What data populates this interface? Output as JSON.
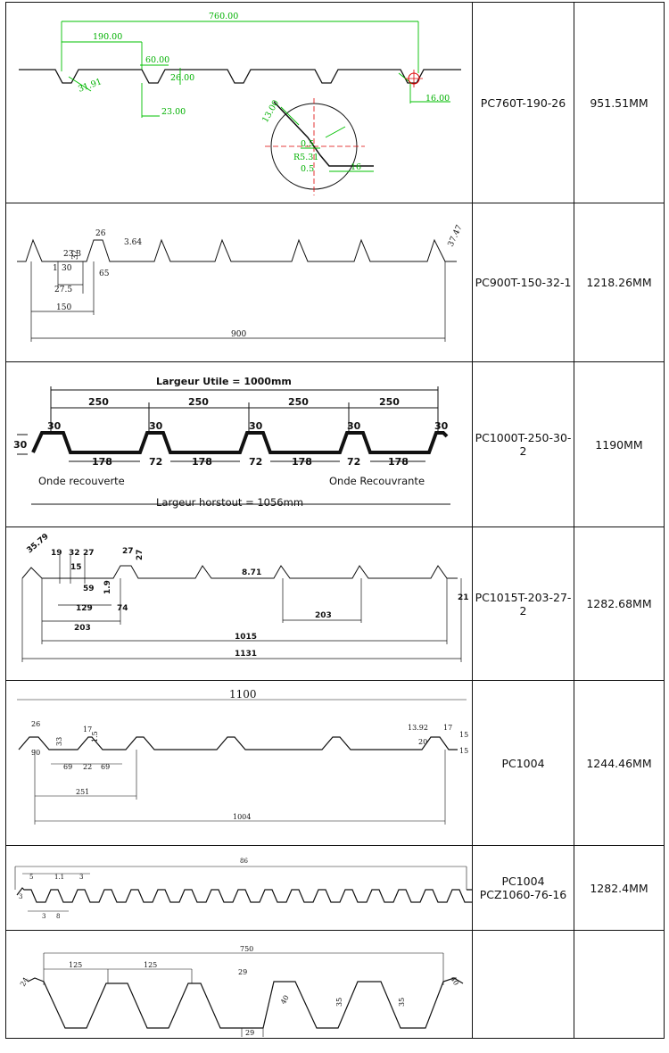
{
  "rows": [
    {
      "code": "PC760T-190-26",
      "length": "951.51MM",
      "dims": [
        "760.00",
        "190.00",
        "60.00",
        "26.00",
        "31.91",
        "23.00",
        "16.00",
        "13.00",
        "0.5",
        "R5.31",
        "0.5",
        "16"
      ]
    },
    {
      "code": "PC900T-150-32-1",
      "length": "1218.26MM",
      "dims": [
        "26",
        "3.64",
        "23.3",
        "32",
        "1",
        "30",
        "65",
        "27.5",
        "150",
        "900",
        "37.47"
      ]
    },
    {
      "code": "PC1000T-250-30-2",
      "length": "1190MM",
      "dims": [
        "Largeur Utile = 1000mm",
        "250",
        "250",
        "250",
        "250",
        "30",
        "30",
        "30",
        "30",
        "30",
        "30",
        "178",
        "72",
        "178",
        "72",
        "178",
        "72",
        "178",
        "Onde recouverte",
        "Onde Recouvrante",
        "Largeur horstout = 1056mm"
      ]
    },
    {
      "code": "PC1015T-203-27-2",
      "length": "1282.68MM",
      "dims": [
        "35.79",
        "19",
        "32",
        "27",
        "27",
        "27",
        "15",
        "59",
        "1.9",
        "129",
        "74",
        "8.71",
        "21",
        "203",
        "203",
        "1015",
        "1131"
      ]
    },
    {
      "code": "PC1004",
      "length": "1244.46MM",
      "dims": [
        "1100",
        "26",
        "90",
        "33",
        "17",
        "1.5",
        "69",
        "22",
        "69",
        "251",
        "1004",
        "13.92",
        "20",
        "17",
        "15",
        "15"
      ]
    },
    {
      "code_line1": "PC1004",
      "code_line2": "PCZ1060-76-16",
      "length": "1282.4MM",
      "dims": [
        "86",
        "5",
        "1.1",
        "3",
        "3",
        "3",
        "8"
      ]
    },
    {
      "code": "",
      "length": "",
      "dims": [
        "750",
        "125",
        "125",
        "24",
        "29",
        "29",
        "40",
        "35",
        "35",
        "40"
      ]
    }
  ]
}
